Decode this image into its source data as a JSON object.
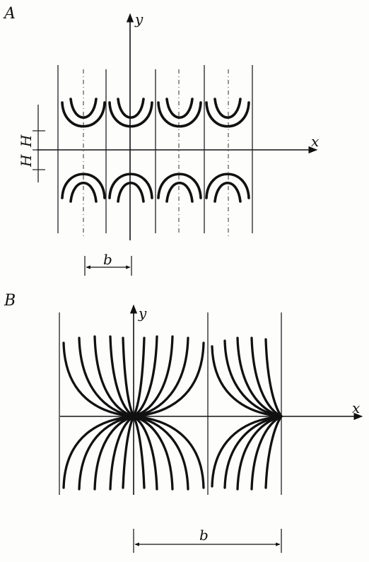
{
  "panels": [
    {
      "id": "A",
      "label": "A",
      "x_axis": "x",
      "y_axis": "y",
      "dim_left_upper": "H",
      "dim_left_lower": "H",
      "dim_bottom": "b"
    },
    {
      "id": "B",
      "label": "B",
      "x_axis": "x",
      "y_axis": "y",
      "dim_bottom": "b"
    }
  ]
}
